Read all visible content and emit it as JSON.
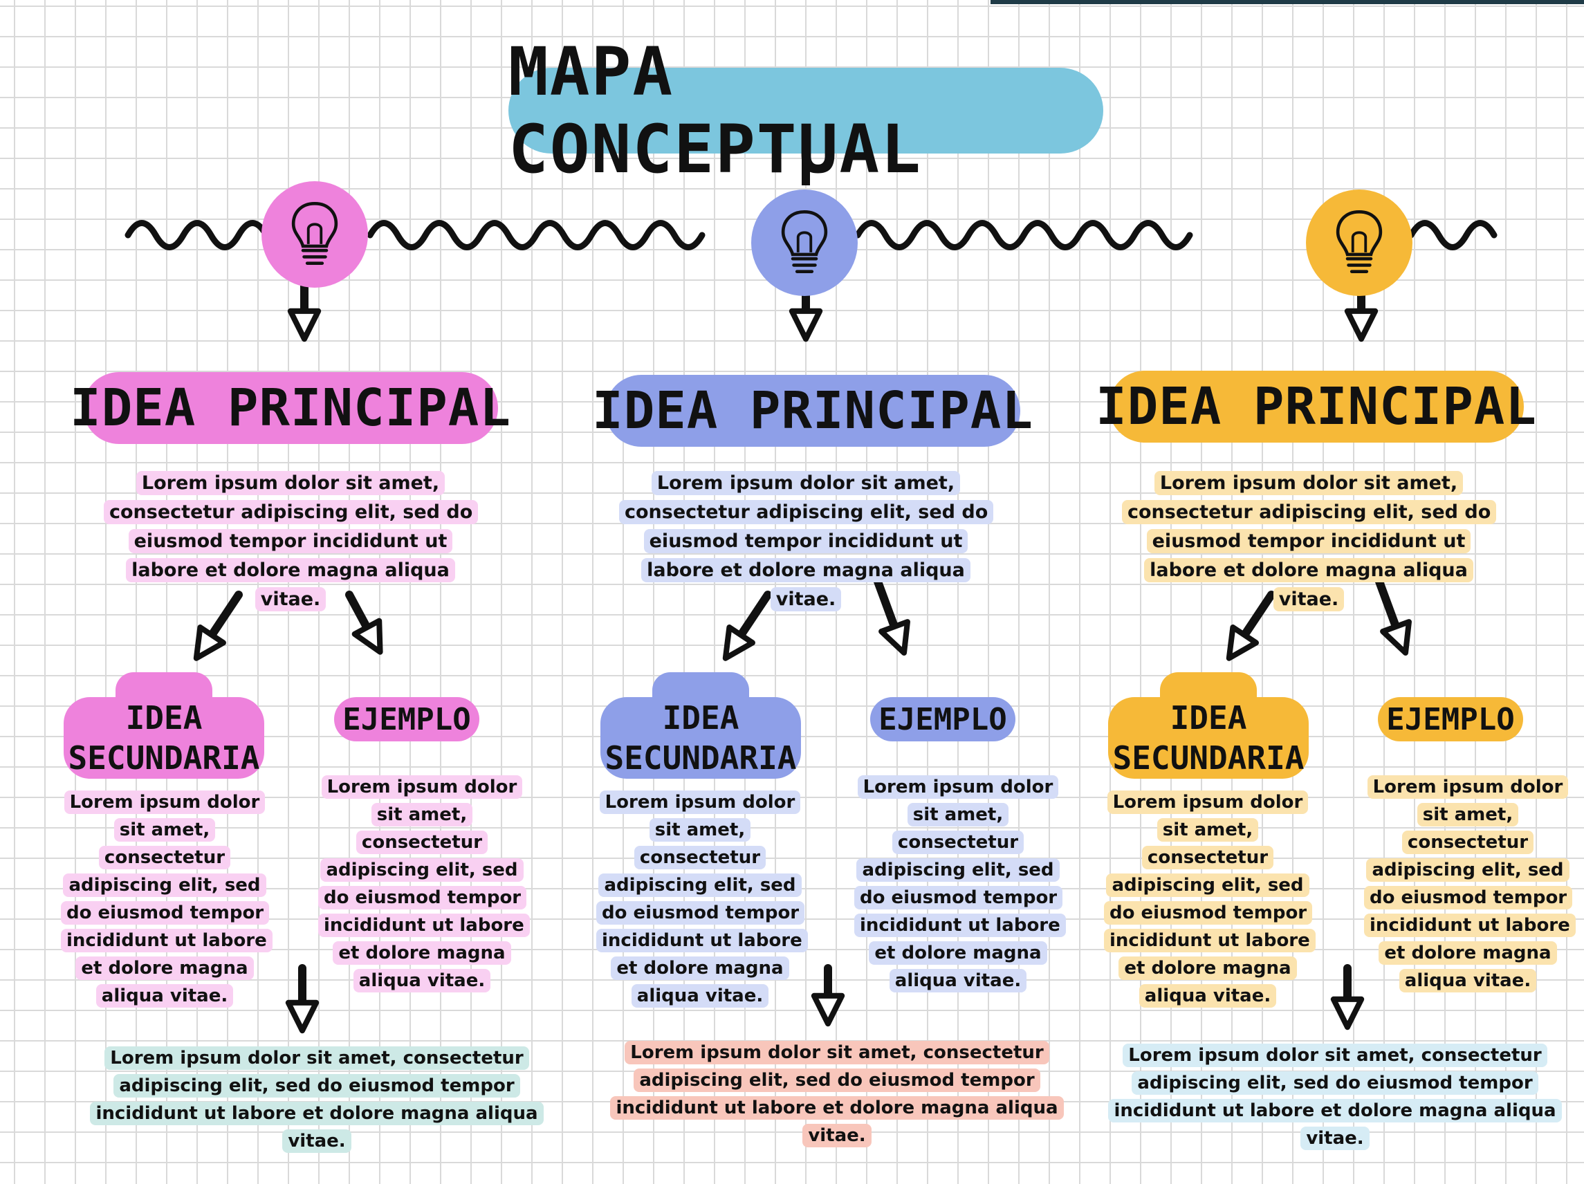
{
  "title": "MAPA CONCEPTUAL",
  "colors": {
    "title": "#7cc6de",
    "pink": "#ee82dc",
    "pink_light": "#f9d0f2",
    "blue": "#8e9fe8",
    "blue_light": "#d4dcf7",
    "yellow": "#f6b938",
    "yellow_light": "#fbe3ae",
    "teal_light": "#cde9e6",
    "salmon_light": "#f8c6bb",
    "sky_light": "#d6ecf5"
  },
  "icons": [
    "lightbulb-icon",
    "arrow-down-icon",
    "wavy-line"
  ],
  "columns": [
    {
      "bulb_color": "#ee82dc",
      "idea_principal": "IDEA PRINCIPAL",
      "principal_text": "Lorem ipsum dolor sit amet, consectetur adipiscing elit, sed do eiusmod tempor incididunt ut labore et dolore magna aliqua vitae.",
      "idea_secundaria": "IDEA SECUNDARIA",
      "secundaria_text": "Lorem ipsum dolor sit amet, consectetur adipiscing elit, sed do eiusmod tempor incididunt ut labore et dolore magna aliqua vitae.",
      "ejemplo": "EJEMPLO",
      "ejemplo_text": "Lorem ipsum dolor sit amet, consectetur adipiscing elit, sed do eiusmod tempor incididunt ut labore et dolore magna aliqua vitae.",
      "footer_text": "Lorem ipsum dolor sit amet, consectetur adipiscing elit, sed do eiusmod tempor incididunt ut labore et dolore magna aliqua vitae."
    },
    {
      "bulb_color": "#8e9fe8",
      "idea_principal": "IDEA PRINCIPAL",
      "principal_text": "Lorem ipsum dolor sit amet, consectetur adipiscing elit, sed do eiusmod tempor incididunt ut labore et dolore magna aliqua vitae.",
      "idea_secundaria": "IDEA SECUNDARIA",
      "secundaria_text": "Lorem ipsum dolor sit amet, consectetur adipiscing elit, sed do eiusmod tempor incididunt ut labore et dolore magna aliqua vitae.",
      "ejemplo": "EJEMPLO",
      "ejemplo_text": "Lorem ipsum dolor sit amet, consectetur adipiscing elit, sed do eiusmod tempor incididunt ut labore et dolore magna aliqua vitae.",
      "footer_text": "Lorem ipsum dolor sit amet, consectetur adipiscing elit, sed do eiusmod tempor incididunt ut labore et dolore magna aliqua vitae."
    },
    {
      "bulb_color": "#f6b938",
      "idea_principal": "IDEA PRINCIPAL",
      "principal_text": "Lorem ipsum dolor sit amet, consectetur adipiscing elit, sed do eiusmod tempor incididunt ut labore et dolore magna aliqua vitae.",
      "idea_secundaria": "IDEA SECUNDARIA",
      "secundaria_text": "Lorem ipsum dolor sit amet, consectetur adipiscing elit, sed do eiusmod tempor incididunt ut labore et dolore magna aliqua vitae.",
      "ejemplo": "EJEMPLO",
      "ejemplo_text": "Lorem ipsum dolor sit amet, consectetur adipiscing elit, sed do eiusmod tempor incididunt ut labore et dolore magna aliqua vitae.",
      "footer_text": "Lorem ipsum dolor sit amet, consectetur adipiscing elit, sed do eiusmod tempor incididunt ut labore et dolore magna aliqua vitae."
    }
  ]
}
